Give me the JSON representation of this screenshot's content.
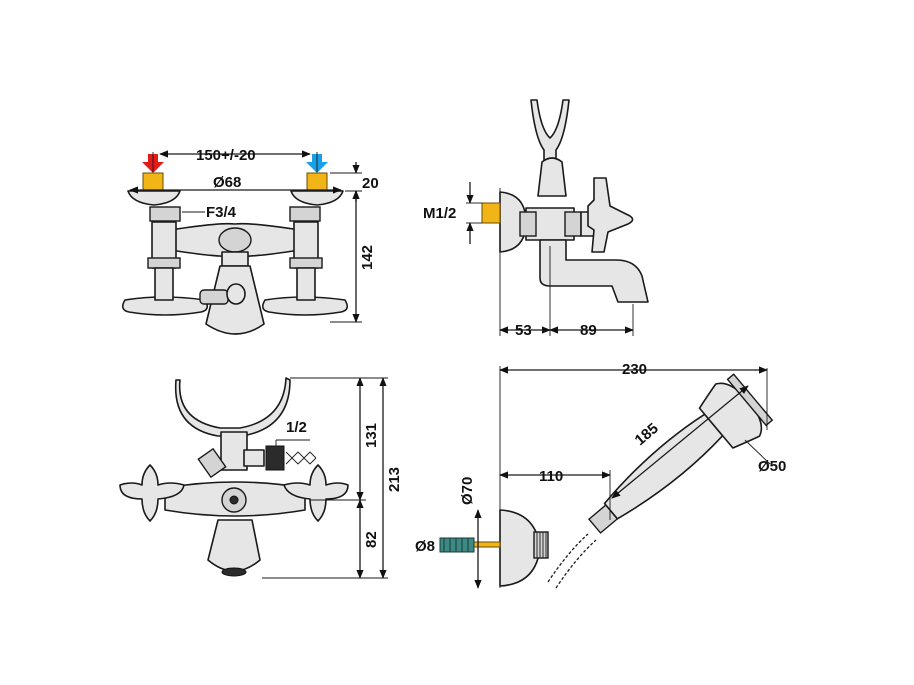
{
  "colors": {
    "hot_arrow": "#e11a1a",
    "cold_arrow": "#1aa0e6",
    "fitting": "#f2b518"
  },
  "top_left": {
    "spacing": "150+/-20",
    "flange_diameter": "Ø68",
    "thread": "F3/4",
    "flange_height": "20",
    "total_height": "142"
  },
  "top_right": {
    "thread": "M1/2",
    "wall_to_center": "53",
    "spout_reach": "89"
  },
  "bottom_left": {
    "outlet_thread": "1/2",
    "upper_height": "131",
    "total_height": "213",
    "lower_height": "82"
  },
  "bottom_right": {
    "total_width": "230",
    "handle_length": "185",
    "holder_offset": "110",
    "head_diameter": "Ø50",
    "base_diameter": "Ø70",
    "screw": "Ø8"
  }
}
